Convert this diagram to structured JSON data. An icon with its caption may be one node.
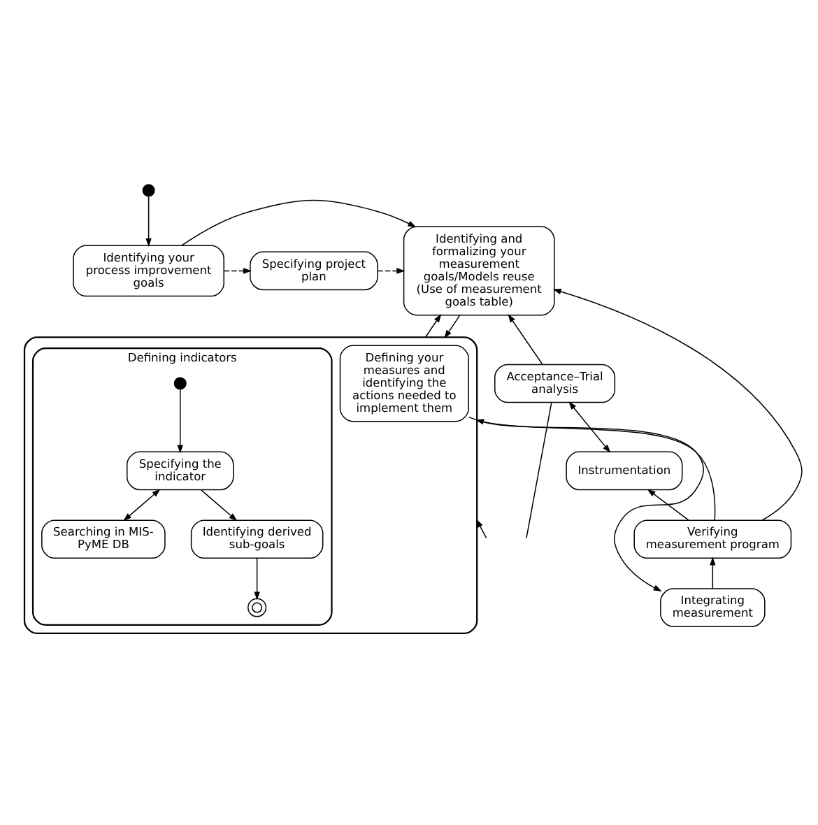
{
  "diagram": {
    "nodes": [
      {
        "text": [],
        "shape": "circle"
      },
      {
        "text": [
          "Identifying your process improvement goals"
        ]
      },
      {
        "text": [
          "Identifying and formalizing your measurement goals/Models reuse (Use of measurement goals table)"
        ]
      },
      {
        "text": [
          "Specifying project plan"
        ]
      },
      {
        "text": [
          "Acceptance–Trial analysis"
        ]
      },
      {
        "text": [
          "Instrumentation"
        ]
      },
      {
        "text": [
          "Verifying measurement program"
        ]
      },
      {
        "text": [
          "Integrating measurement"
        ]
      },
      {
        "text": [],
        "shape": "box"
      },
      {
        "text": [
          "Defining indicators"
        ],
        "in": 8
      },
      {
        "text": [],
        "shape": "circle",
        "in": 9
      },
      {
        "text": [
          "Specifying the indicator"
        ],
        "in": 9
      },
      {
        "text": [
          "Searching in MIS-PyME DB"
        ],
        "in": 9
      },
      {
        "text": [
          "Identifying derived sub-goals"
        ],
        "in": 9
      },
      {
        "text": [],
        "shape": "bullseye",
        "in": 9
      },
      {
        "text": [
          "Defining your measures and identifying the actions needed to implement them"
        ],
        "in": 8
      }
    ],
    "edges": [
      {
        "from": 0,
        "to": 1,
        "arrow": "to"
      },
      {
        "from": 1,
        "to": 2,
        "arrow": "to"
      },
      {
        "from": 1,
        "to": 3,
        "arrow": "to",
        "style": "dashed"
      },
      {
        "from": 3,
        "to": 2,
        "arrow": "to",
        "style": "dashed"
      },
      {
        "from": 4,
        "to": 2,
        "arrow": "to"
      },
      {
        "from": 6,
        "to": 2,
        "arrow": "to"
      },
      {
        "from": 4,
        "to": 5,
        "arrow": "both"
      },
      {
        "from": 6,
        "to": 5,
        "arrow": "to"
      },
      {
        "from": 7,
        "to": 6,
        "arrow": "to"
      },
      {
        "from": 6,
        "to": 8,
        "arrow": "to"
      },
      {
        "from": 15,
        "to": 7,
        "arrow": "to"
      },
      {
        "from": 8,
        "to": 2,
        "arrow": "to"
      },
      {
        "from": 2,
        "to": 8,
        "arrow": "to"
      },
      {
        "from": 10,
        "to": 11,
        "arrow": "to"
      },
      {
        "from": 11,
        "to": 12,
        "arrow": "both"
      },
      {
        "from": 11,
        "to": 13,
        "arrow": "to"
      },
      {
        "from": 13,
        "to": 14,
        "arrow": "to"
      },
      {
        "from": 4,
        "to": null,
        "arrow": "none"
      },
      {
        "from": null,
        "to": 8,
        "arrow": "to"
      }
    ]
  }
}
